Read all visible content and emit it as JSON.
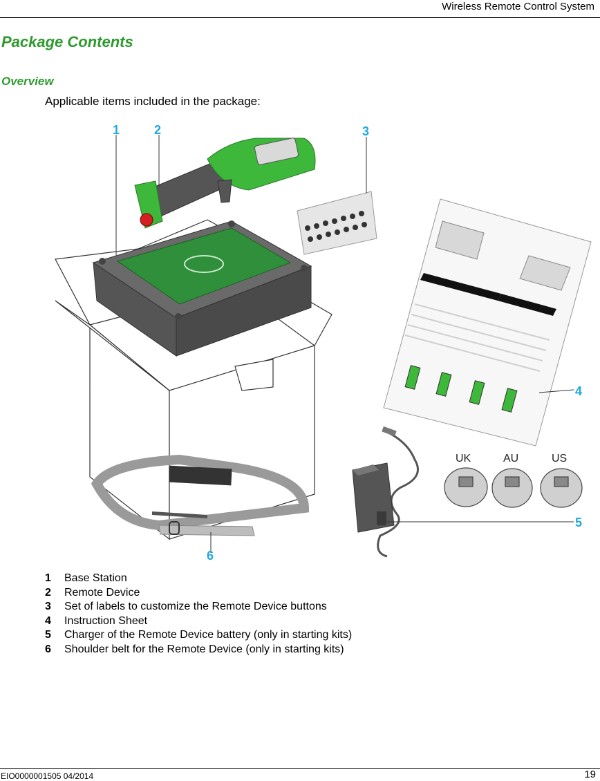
{
  "header": {
    "title": "Wireless Remote Control System"
  },
  "section": {
    "title": "Package Contents",
    "subtitle": "Overview"
  },
  "intro": "Applicable items included in the package:",
  "figure": {
    "callouts": [
      "1",
      "2",
      "3",
      "4",
      "5",
      "6"
    ],
    "plug_labels": [
      "UK",
      "AU",
      "US"
    ],
    "accent_color": "#22a7e0",
    "product_green": "#3db83a"
  },
  "items": [
    {
      "num": "1",
      "text": "Base Station"
    },
    {
      "num": "2",
      "text": "Remote Device"
    },
    {
      "num": "3",
      "text": "Set of labels to customize the Remote Device buttons"
    },
    {
      "num": "4",
      "text": "Instruction Sheet"
    },
    {
      "num": "5",
      "text": "Charger of the Remote Device battery (only in starting kits)"
    },
    {
      "num": "6",
      "text": "Shoulder belt for the Remote Device (only in starting kits)"
    }
  ],
  "footer": {
    "doc_ref": "EIO0000001505 04/2014",
    "page": "19"
  }
}
